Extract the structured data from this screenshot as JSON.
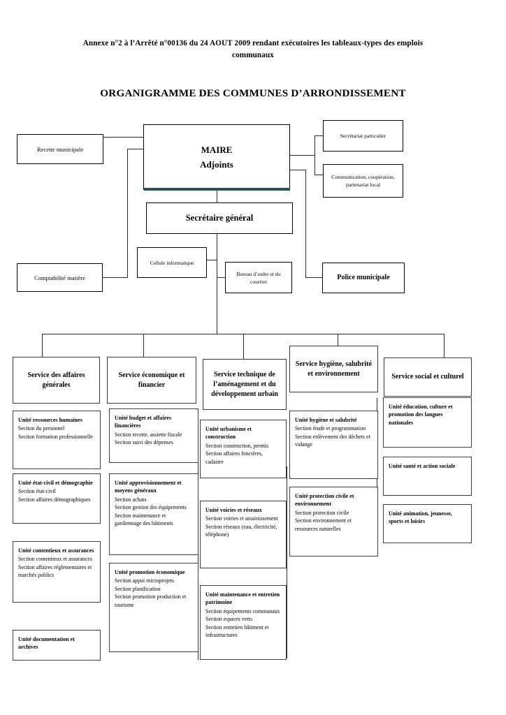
{
  "document": {
    "annex_title": "Annexe n°2 à l’Arrêté n°00136 du 24 AOUT 2009 rendant exécutoires les tableaux-types des emplois communaux",
    "chart_title": "ORGANIGRAMME DES COMMUNES D’ARRONDISSEMENT"
  },
  "accent_color": "#2c5055",
  "top": {
    "recette": "Recette municipale",
    "maire_line1": "MAIRE",
    "maire_line2": "Adjoints",
    "secretariat_particulier": "Secrétariat particulier",
    "communication": "Communication, coopération, partenariat local",
    "secretaire_general": "Secrétaire général",
    "cellule_informatique": "Cellule informatique",
    "bureau_ordre": "Bureau d’ordre et du courrier",
    "comptabilite": "Comptabilité matière",
    "police": "Police municipale"
  },
  "services": [
    {
      "name": "Service des affaires générales"
    },
    {
      "name": "Service économique et financier"
    },
    {
      "name": "Service technique de l’aménagement et du développement urbain"
    },
    {
      "name": "Service hygiène, salubrité et environnement"
    },
    {
      "name": "Service social et culturel"
    }
  ],
  "units": {
    "col1": [
      {
        "title": "Unité ressources humaines",
        "lines": [
          "Section du personnel",
          "Section formation professionnelle"
        ]
      },
      {
        "title": "Unité état-civil et démographie",
        "lines": [
          "Section état-civil",
          "Section affaires démographiques"
        ]
      },
      {
        "title": "Unité contentieux et assurances",
        "lines": [
          "Section contentieux et assurances",
          "Section affaires réglementaires et marchés publics"
        ]
      },
      {
        "title": "Unité documentation et archives",
        "lines": []
      }
    ],
    "col2": [
      {
        "title": "Unité budget et affaires financières",
        "lines": [
          "Section recette, assiette fiscale",
          "Section suivi des dépenses"
        ]
      },
      {
        "title": "Unité approvisionnement et moyens généraux",
        "lines": [
          "Section achats",
          "Section gestion des équipements",
          "Section maintenance et gardiennage des bâtiments"
        ]
      },
      {
        "title": "Unité promotion économique",
        "lines": [
          "Section appui microprojets",
          "Section planification",
          "Section promotion production et tourisme"
        ]
      }
    ],
    "col3": [
      {
        "title": "Unité urbanisme et construction",
        "lines": [
          "Section construction, permis",
          "Section affaires foncières, cadastre"
        ]
      },
      {
        "title": "Unité voiries et réseaux",
        "lines": [
          "Section voiries et assainissement",
          "Section réseaux (eau, électricité, téléphone)"
        ]
      },
      {
        "title": "Unité maintenance et entretien patrimoine",
        "lines": [
          "Section équipements communaux",
          "Section espaces verts",
          "Section entretien bâtiment et infrastructures"
        ]
      }
    ],
    "col4": [
      {
        "title": "Unité hygiène et salubrité",
        "lines": [
          "Section étude et programmation",
          "Section enlèvement des déchets et vidange"
        ]
      },
      {
        "title": "Unité protection civile et environnement",
        "lines": [
          "Section protection civile",
          "Section environnement et ressources naturelles"
        ]
      }
    ],
    "col5": [
      {
        "title": "Unité éducation, culture et promotion des langues nationales",
        "lines": []
      },
      {
        "title": "Unité santé et action sociale",
        "lines": []
      },
      {
        "title": "Unité animation, jeunesse, sports et loisirs",
        "lines": []
      }
    ]
  }
}
